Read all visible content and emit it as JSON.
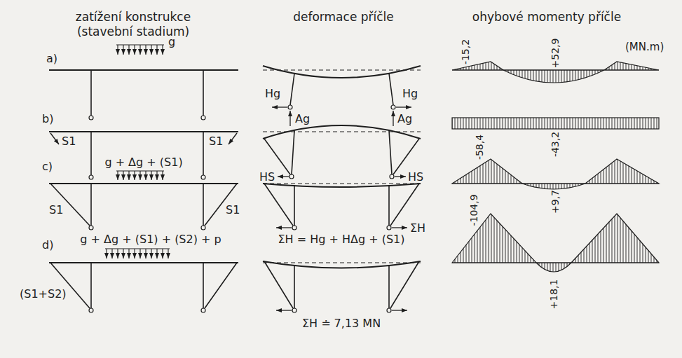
{
  "diagram": {
    "labels": [
      "zatížení konstrukce",
      "(stavební stadium)",
      "deformace příčle",
      "ohybové momenty příčle",
      "(MN.m)",
      "a)",
      "g",
      "Hg",
      "Hg",
      "Ag",
      "Ag",
      "-15,2",
      "+52,9",
      "b)",
      "S1",
      "S1",
      "HS",
      "HS",
      "-43,2",
      "c)",
      "g + Δg + (S1)",
      "S1",
      "S1",
      "ΣH = Hg + HΔg + (S1)",
      "ΣH",
      "-58,4",
      "+9,7",
      "d)",
      "g + Δg + (S1) + (S2) + p",
      "(S1+S2)",
      "ΣH ≐ 7,13 MN",
      "-104,9",
      "+18,1"
    ]
  }
}
